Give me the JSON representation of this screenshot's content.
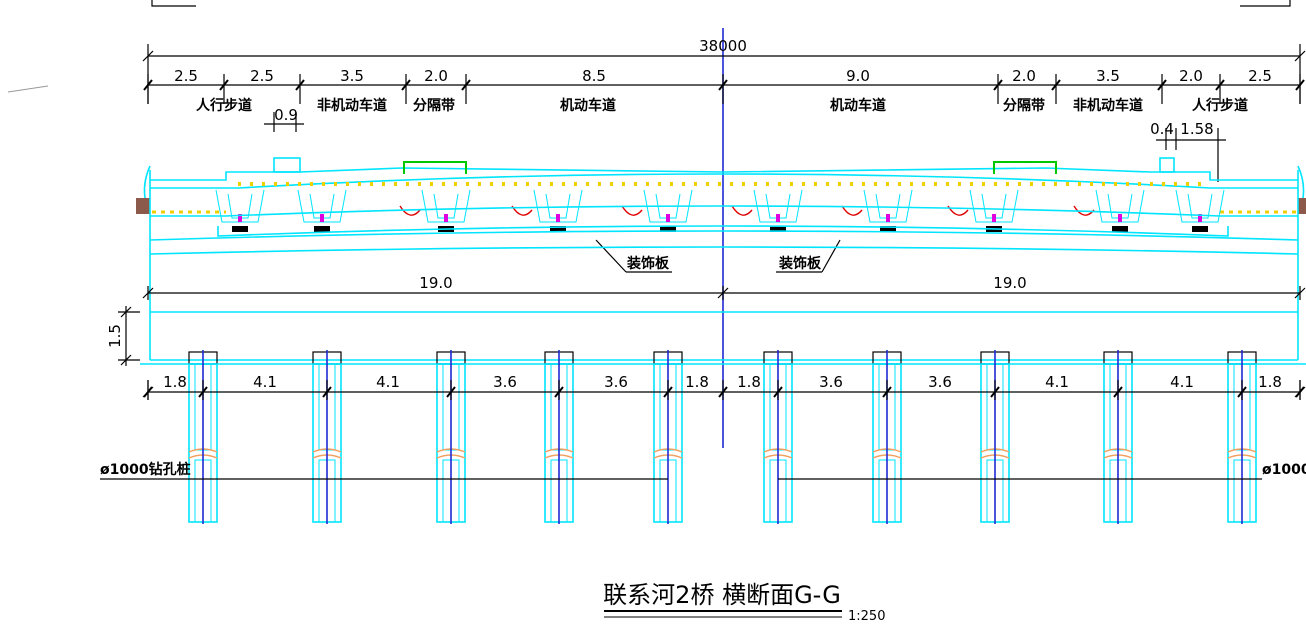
{
  "drawing": {
    "title": "联系河2桥  横断面G-G",
    "scale": "1:250",
    "total_width": "38000",
    "top_segments": [
      "2.5",
      "2.5",
      "3.5",
      "2.0",
      "8.5",
      "9.0",
      "2.0",
      "3.5",
      "2.0",
      "2.5"
    ],
    "top_labels": [
      "人行步道",
      "非机动车道",
      "分隔带",
      "机动车道",
      "机动车道",
      "分隔带",
      "非机动车道",
      "人行步道"
    ],
    "sub_dim_left": "0.9",
    "sub_dim_right_a": "0.4",
    "sub_dim_right_b": "1.58",
    "decor_label_left": "装饰板",
    "decor_label_right": "装饰板",
    "half_widths": [
      "19.0",
      "19.0"
    ],
    "cap_height": "1.5",
    "pile_spacings": [
      "1.8",
      "4.1",
      "4.1",
      "3.6",
      "3.6",
      "1.8",
      "1.8",
      "3.6",
      "3.6",
      "4.1",
      "4.1",
      "1.8"
    ],
    "pile_label_left": "ø1000钻孔桩",
    "pile_label_right": "ø1000"
  }
}
